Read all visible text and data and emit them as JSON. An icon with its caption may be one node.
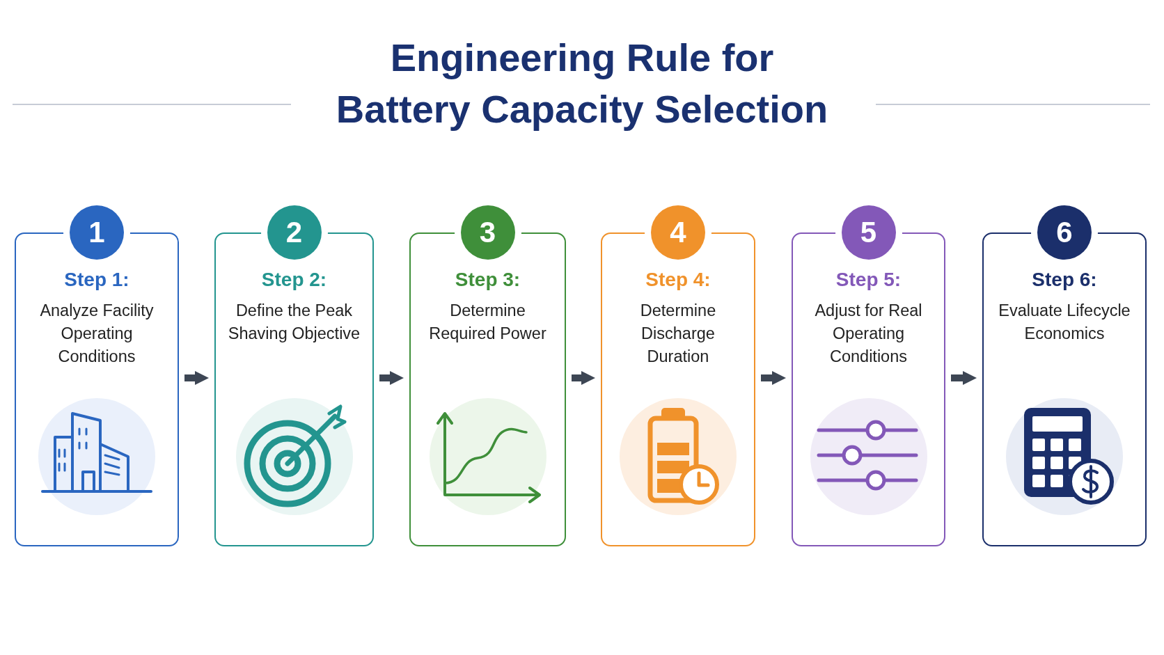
{
  "diagram": {
    "title": "Engineering Rule for Battery Capacity Selection",
    "nodes": [
      {
        "text": [
          "1",
          "Step 1:",
          "Analyze Facility Operating Conditions"
        ]
      },
      {
        "text": [
          "2",
          "Step 2:",
          "Define the Peak Shaving Objective"
        ]
      },
      {
        "text": [
          "3",
          "Step 3:",
          "Determine Required Power"
        ]
      },
      {
        "text": [
          "4",
          "Step 4:",
          "Determine Discharge Duration"
        ]
      },
      {
        "text": [
          "5",
          "Step 5:",
          "Adjust for Real Operating Conditions"
        ]
      },
      {
        "text": [
          "6",
          "Step 6:",
          "Evaluate Lifecycle Economics"
        ]
      }
    ],
    "edges": [
      {
        "from": 0,
        "to": 1,
        "arrow": "to"
      },
      {
        "from": 1,
        "to": 2,
        "arrow": "to"
      },
      {
        "from": 2,
        "to": 3,
        "arrow": "to"
      },
      {
        "from": 3,
        "to": 4,
        "arrow": "to"
      },
      {
        "from": 4,
        "to": 5,
        "arrow": "to"
      }
    ]
  }
}
